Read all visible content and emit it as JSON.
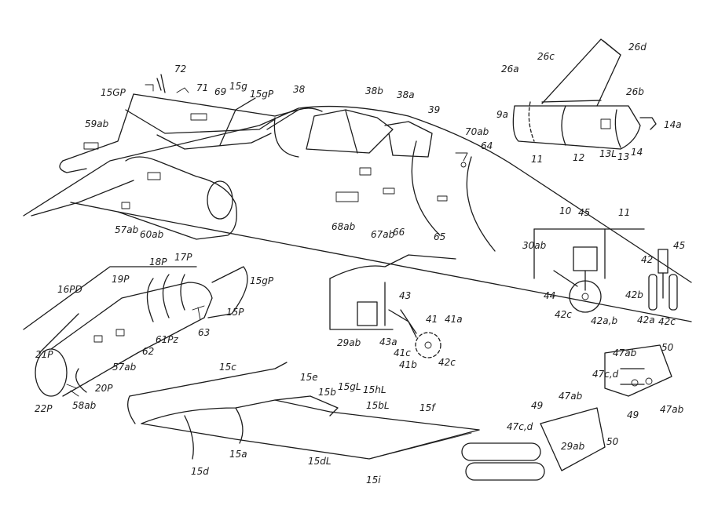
{
  "labels": {
    "l72": "72",
    "l71": "71",
    "l69": "69",
    "l15g": "15g",
    "l15gp_a": "15gP",
    "l15gp_left": "15GP",
    "l38": "38",
    "l38b": "38b",
    "l38a": "38a",
    "l39": "39",
    "l59ab": "59ab",
    "l70ab": "70ab",
    "l64": "64",
    "l67ab": "67ab",
    "l66": "66",
    "l68ab": "68ab",
    "l65": "65",
    "l57ab_top": "57ab",
    "l60ab": "60ab",
    "l26a": "26a",
    "l26c": "26c",
    "l26d": "26d",
    "l26b": "26b",
    "l9a": "9a",
    "l14a": "14a",
    "l11_tail": "11",
    "l12": "12",
    "l13l": "13L",
    "l13": "13",
    "l14": "14",
    "l10": "10",
    "l45_a": "45",
    "l11_gear": "11",
    "l30ab": "30ab",
    "l44": "44",
    "l42c_a": "42c",
    "l42ab": "42a,b",
    "l42": "42",
    "l45_b": "45",
    "l42b": "42b",
    "l42a": "42a",
    "l42c_b": "42c",
    "l16pd": "16PD",
    "l19p": "19P",
    "l18p": "18P",
    "l17p": "17P",
    "l15gp_nac": "15gP",
    "l15p": "15P",
    "l63": "63",
    "l21p": "21P",
    "l61pz": "61Pz",
    "l62": "62",
    "l57ab_mid": "57ab",
    "l20p": "20P",
    "l22p": "22P",
    "l58ab": "58ab",
    "l43": "43",
    "l41": "41",
    "l41a": "41a",
    "l43a": "43a",
    "l41c": "41c",
    "l41b": "41b",
    "l29ab_mid": "29ab",
    "l42c_mid": "42c",
    "l15c": "15c",
    "l15e": "15e",
    "l15b": "15b",
    "l15gl": "15gL",
    "l15hl": "15hL",
    "l15bl": "15bL",
    "l15f": "15f",
    "l15a": "15a",
    "l15d": "15d",
    "l15dl": "15dL",
    "l15i": "15i",
    "l47ab_a": "47ab",
    "l50_a": "50",
    "l47cd_a": "47c,d",
    "l49_a": "49",
    "l47ab_b": "47ab",
    "l49_b": "49",
    "l47ab_c": "47ab",
    "l47cd_b": "47c,d",
    "l29ab_bot": "29ab",
    "l50_b": "50"
  }
}
